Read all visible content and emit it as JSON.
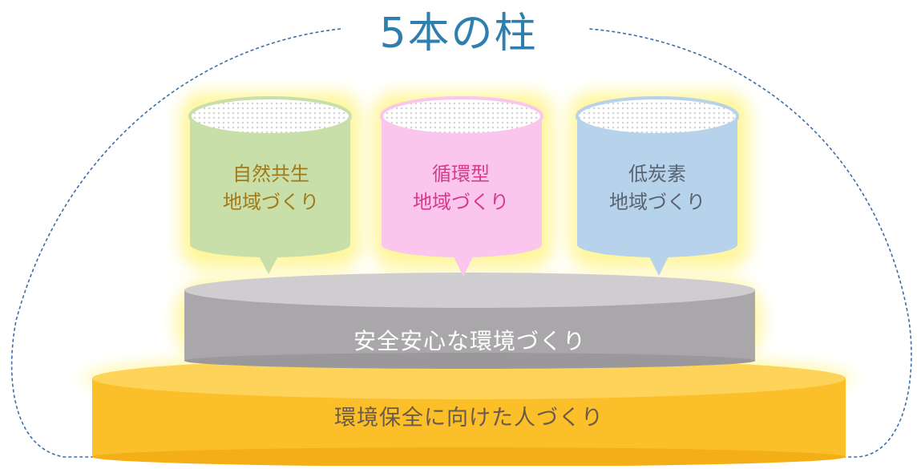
{
  "title": "5本の柱",
  "pillars": [
    {
      "line1": "自然共生",
      "line2": "地域づくり",
      "color": "#c9dfaa",
      "text_color": "#a07a18"
    },
    {
      "line1": "循環型",
      "line2": "地域づくり",
      "color": "#fbc6ee",
      "text_color": "#d63a8a"
    },
    {
      "line1": "低炭素",
      "line2": "地域づくり",
      "color": "#b7d3ec",
      "text_color": "#5a6470"
    }
  ],
  "foundation_gray": {
    "label": "安全安心な環境づくり",
    "color": "#a9a7a9"
  },
  "foundation_orange": {
    "label": "環境保全に向けた人づくり",
    "color": "#fbbf2a"
  },
  "dome_color": "#3b6ea8",
  "glow_color": "#fff48a"
}
